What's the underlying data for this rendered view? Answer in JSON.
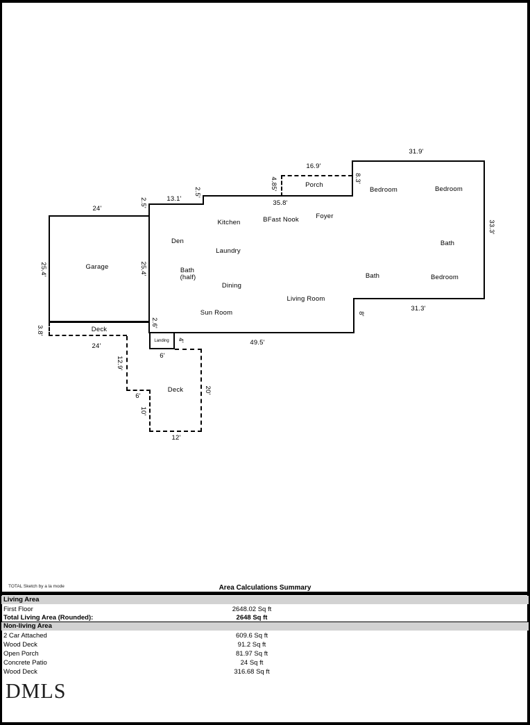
{
  "page": {
    "background": "#ffffff",
    "border_color": "#000000",
    "line_color": "#000000",
    "band_color": "#d2d2d2"
  },
  "plan": {
    "labels": [
      {
        "text": "31.9'"
      },
      {
        "text": "16.9'"
      },
      {
        "text": "Porch"
      },
      {
        "text": "4.85'"
      },
      {
        "text": "8.3'"
      },
      {
        "text": "Bedroom"
      },
      {
        "text": "Bedroom"
      },
      {
        "text": "33.3'"
      },
      {
        "text": "13.1'"
      },
      {
        "text": "2.5'"
      },
      {
        "text": "2.5'"
      },
      {
        "text": "35.8'"
      },
      {
        "text": "Kitchen"
      },
      {
        "text": "BFast Nook"
      },
      {
        "text": "Foyer"
      },
      {
        "text": "24'"
      },
      {
        "text": "Den"
      },
      {
        "text": "Laundry"
      },
      {
        "text": "Bath"
      },
      {
        "text": "25.4'"
      },
      {
        "text": "Garage"
      },
      {
        "text": "25.4'"
      },
      {
        "text": "Bath"
      },
      {
        "text": "(half)"
      },
      {
        "text": "Dining"
      },
      {
        "text": "Bath"
      },
      {
        "text": "Bedroom"
      },
      {
        "text": "Living Room"
      },
      {
        "text": "31.3'"
      },
      {
        "text": "Sun Room"
      },
      {
        "text": "8'"
      },
      {
        "text": "Deck"
      },
      {
        "text": "3.8'"
      },
      {
        "text": "2.6'"
      },
      {
        "text": "24'"
      },
      {
        "text": "Landing"
      },
      {
        "text": "4'"
      },
      {
        "text": "49.5'"
      },
      {
        "text": "6'"
      },
      {
        "text": "12.9'"
      },
      {
        "text": "Deck"
      },
      {
        "text": "20'"
      },
      {
        "text": "6'"
      },
      {
        "text": "10'"
      },
      {
        "text": "12'"
      }
    ]
  },
  "summary": {
    "brand": "TOTAL Sketch by a la mode",
    "title": "Area Calculations Summary",
    "living": {
      "header": "Living Area",
      "rows": [
        {
          "label": "First Floor",
          "value": "2648.02 Sq ft"
        }
      ],
      "total_label": "Total Living Area (Rounded):",
      "total_value": "2648 Sq ft"
    },
    "nonliving": {
      "header": "Non-living Area",
      "rows": [
        {
          "label": "2 Car Attached",
          "value": "609.6 Sq ft"
        },
        {
          "label": "Wood Deck",
          "value": "91.2 Sq ft"
        },
        {
          "label": "Open Porch",
          "value": "81.97 Sq ft"
        },
        {
          "label": "Concrete Patio",
          "value": "24 Sq ft"
        },
        {
          "label": "Wood Deck",
          "value": "316.68 Sq ft"
        }
      ]
    }
  },
  "logo": "DMLS"
}
